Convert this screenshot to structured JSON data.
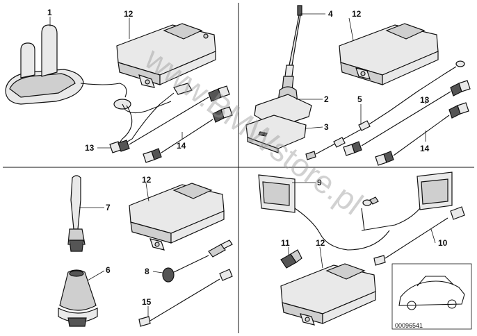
{
  "callouts": {
    "c1": "1",
    "c12a": "12",
    "c13a": "13",
    "c14a": "14",
    "c4": "4",
    "c12b": "12",
    "c2": "2",
    "c3": "3",
    "c5": "5",
    "c13b": "13",
    "c14b": "14",
    "c7": "7",
    "c12c": "12",
    "c6": "6",
    "c8": "8",
    "c15": "15",
    "c9": "9",
    "c11": "11",
    "c12d": "12",
    "c10": "10"
  },
  "watermark": "www.BMWstore.pl",
  "diagram_code": "00096541",
  "colors": {
    "line": "#111111",
    "fill_light": "#e9e9e9",
    "fill_mid": "#cfcfcf",
    "fill_dark": "#555555"
  }
}
